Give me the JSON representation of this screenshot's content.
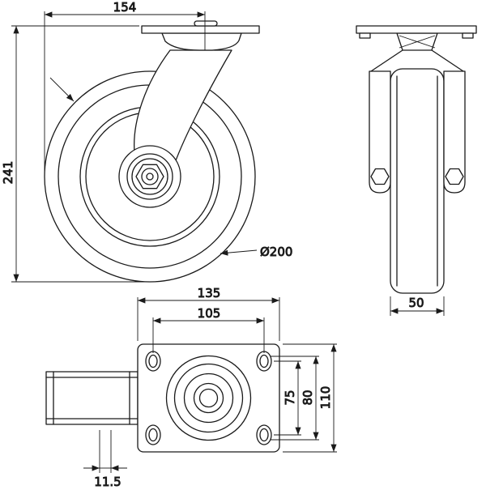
{
  "drawing": {
    "type": "technical-drawing",
    "subject": "swivel caster wheel, three orthographic views",
    "colors": {
      "background": "#ffffff",
      "line": "#1a1a1a"
    },
    "views": {
      "side": {
        "name": "side view"
      },
      "front": {
        "name": "front view"
      },
      "plan": {
        "name": "top (plan) view"
      }
    },
    "dimensions": {
      "swing_radius": "154",
      "overall_height": "241",
      "wheel_diameter": "Ø200",
      "wheel_width": "50",
      "plate_width": "135",
      "hole_spacing_x": "105",
      "hole_spacing_y": "75",
      "slot_span": "80",
      "plate_depth": "110",
      "slot_width": "11.5"
    }
  }
}
